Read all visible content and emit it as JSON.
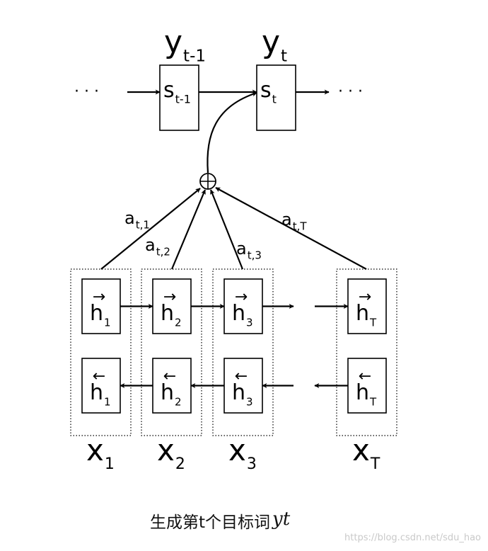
{
  "diagram": {
    "colors": {
      "stroke": "#000000",
      "background": "#ffffff",
      "watermark": "#c9c9c9"
    },
    "outputs": [
      {
        "base": "y",
        "sub": "t-1"
      },
      {
        "base": "y",
        "sub": "t"
      }
    ],
    "states": [
      {
        "base": "s",
        "sub": "t-1"
      },
      {
        "base": "s",
        "sub": "t"
      }
    ],
    "ellipsis": "· · ·",
    "sum_symbol": "⊕",
    "attention_weights": [
      {
        "base": "a",
        "sub": "t,1"
      },
      {
        "base": "a",
        "sub": "t,2"
      },
      {
        "base": "a",
        "sub": "t,3"
      },
      {
        "base": "a",
        "sub": "t,T"
      }
    ],
    "encoder_columns": [
      {
        "forward": {
          "base": "h",
          "sub": "1",
          "arrow": "→"
        },
        "backward": {
          "base": "h",
          "sub": "1",
          "arrow": "←"
        },
        "input": {
          "base": "x",
          "sub": "1"
        }
      },
      {
        "forward": {
          "base": "h",
          "sub": "2",
          "arrow": "→"
        },
        "backward": {
          "base": "h",
          "sub": "2",
          "arrow": "←"
        },
        "input": {
          "base": "x",
          "sub": "2"
        }
      },
      {
        "forward": {
          "base": "h",
          "sub": "3",
          "arrow": "→"
        },
        "backward": {
          "base": "h",
          "sub": "3",
          "arrow": "←"
        },
        "input": {
          "base": "x",
          "sub": "3"
        }
      },
      {
        "forward": {
          "base": "h",
          "sub": "T",
          "arrow": "→"
        },
        "backward": {
          "base": "h",
          "sub": "T",
          "arrow": "←"
        },
        "input": {
          "base": "x",
          "sub": "T"
        }
      }
    ]
  },
  "caption": {
    "text": "生成第t个目标词",
    "symbol": "yt"
  },
  "watermark": "https://blog.csdn.net/sdu_hao"
}
